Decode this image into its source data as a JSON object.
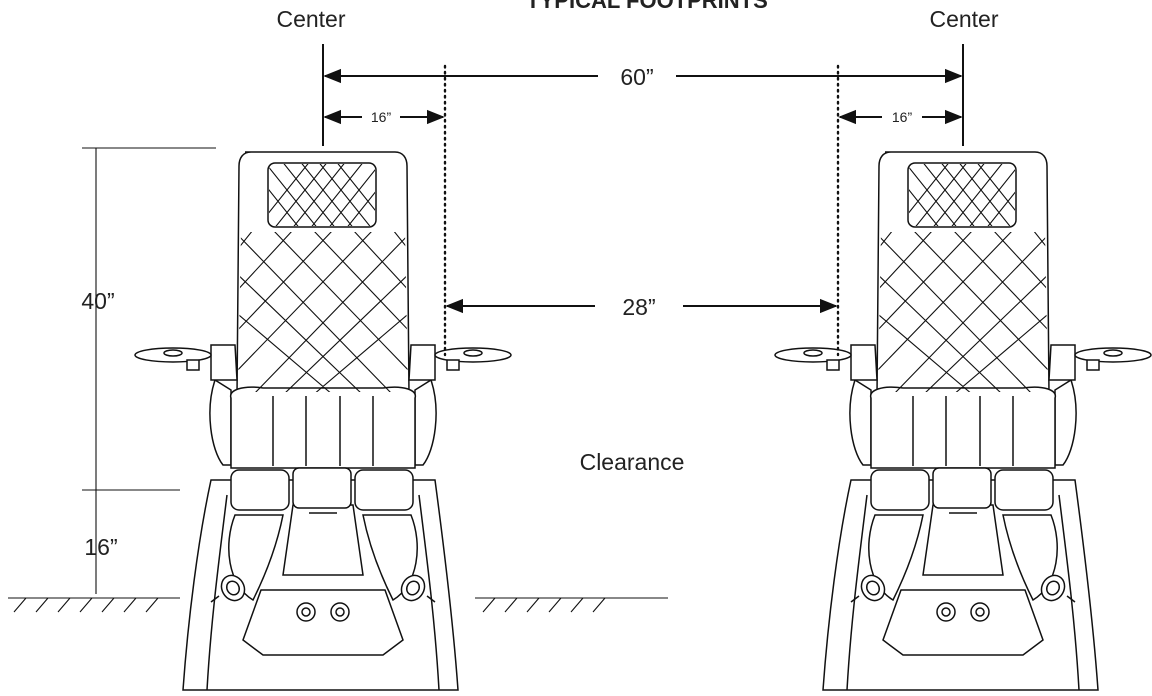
{
  "diagram": {
    "title": "TYPICAL FOOTPRINTS",
    "labels": {
      "center_left": "Center",
      "center_right": "Center",
      "span_center_to_center": "60”",
      "span_clearance": "28”",
      "offset_left": "16”",
      "offset_right": "16”",
      "height_back": "40”",
      "height_seat": "16”",
      "clearance": "Clearance"
    },
    "icons": {
      "chairs": [
        "pedicure-chair-icon",
        "pedicure-chair-icon"
      ],
      "floor": "floor-hatch-icon"
    },
    "colors": {
      "line": "#111111",
      "text": "#222222",
      "background": "#ffffff"
    }
  }
}
